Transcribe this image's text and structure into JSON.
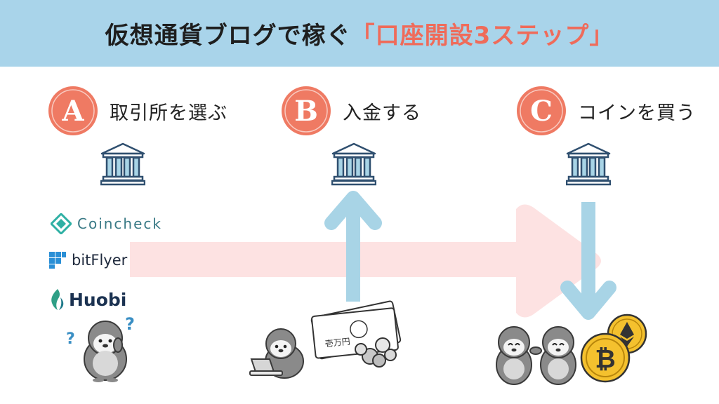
{
  "header": {
    "title_main": "仮想通貨ブログで稼ぐ",
    "title_accent": "「口座開設3ステップ」"
  },
  "steps": [
    {
      "letter": "A",
      "label": "取引所を選ぶ"
    },
    {
      "letter": "B",
      "label": "入金する"
    },
    {
      "letter": "C",
      "label": "コインを買う"
    }
  ],
  "exchanges": [
    {
      "name": "Coincheck",
      "icon": "coincheck-logo-icon"
    },
    {
      "name": "bitFlyer",
      "icon": "bitflyer-logo-icon"
    },
    {
      "name": "Huobi",
      "icon": "huobi-logo-icon"
    }
  ],
  "illustration": {
    "question_marks": [
      "?",
      "?"
    ],
    "banknote_text": "壱万円"
  },
  "colors": {
    "header_bg": "#a9d4ea",
    "accent": "#ef6b5a",
    "badge": "#ef7a63",
    "arrow_blue": "#a8d4e6",
    "arrow_pink": "#fde3e3",
    "bank_blue": "#2f4f6f",
    "coin_gold": "#f4c12e"
  }
}
